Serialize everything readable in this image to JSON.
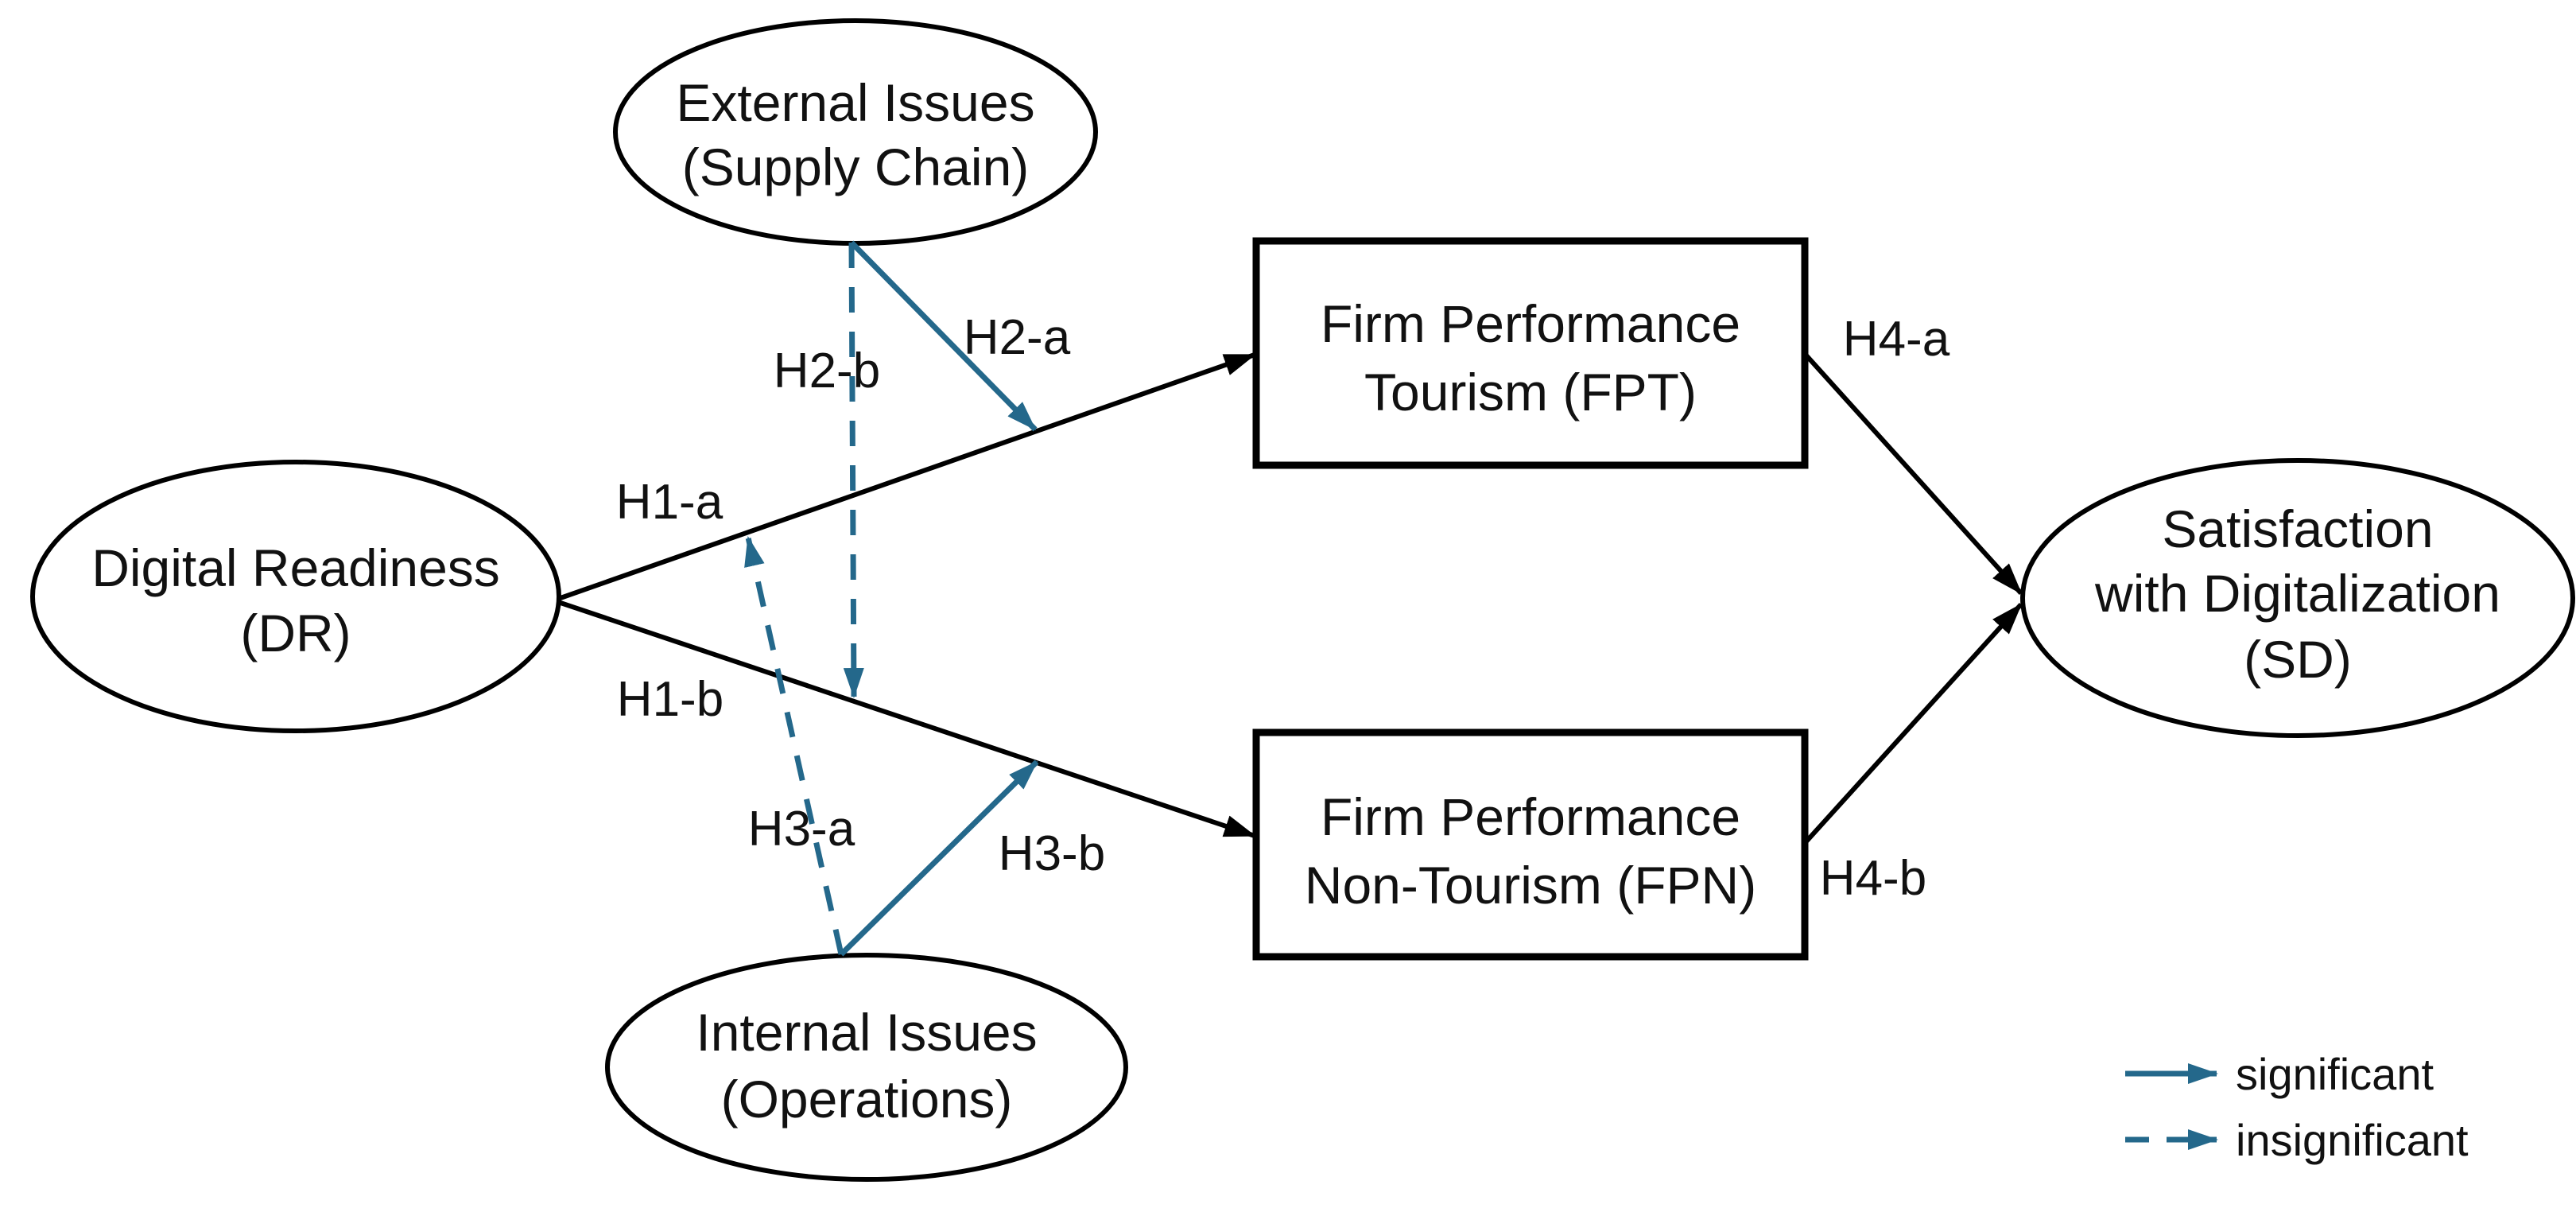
{
  "figure": {
    "type": "hypothesis-path-model",
    "nodes": {
      "external_issues": {
        "shape": "ellipse",
        "line1": "External Issues",
        "line2": "(Supply Chain)"
      },
      "digital_readiness": {
        "shape": "ellipse",
        "line1": "Digital Readiness",
        "line2": "(DR)"
      },
      "internal_issues": {
        "shape": "ellipse",
        "line1": "Internal Issues",
        "line2": "(Operations)"
      },
      "firm_performance_tourism": {
        "shape": "rect",
        "line1": "Firm Performance",
        "line2": "Tourism (FPT)"
      },
      "firm_performance_non_tourism": {
        "shape": "rect",
        "line1": "Firm Performance",
        "line2": "Non-Tourism (FPN)"
      },
      "satisfaction_with_digitalization": {
        "shape": "ellipse",
        "line1": "Satisfaction",
        "line2": "with Digitalization",
        "line3": "(SD)"
      }
    },
    "edges": [
      {
        "label": "H1-a",
        "from": "Digital Readiness (DR)",
        "to": "Firm Performance Tourism (FPT)",
        "style": "solid",
        "color": "black"
      },
      {
        "label": "H1-b",
        "from": "Digital Readiness (DR)",
        "to": "Firm Performance Non-Tourism (FPN)",
        "style": "solid",
        "color": "black"
      },
      {
        "label": "H2-a",
        "from": "External Issues (Supply Chain)",
        "to": "H1-a path",
        "style": "solid",
        "color": "teal",
        "significance": "significant"
      },
      {
        "label": "H2-b",
        "from": "External Issues (Supply Chain)",
        "to": "H1-b path",
        "style": "dashed",
        "color": "teal",
        "significance": "insignificant"
      },
      {
        "label": "H3-a",
        "from": "Internal Issues (Operations)",
        "to": "H1-a path",
        "style": "dashed",
        "color": "teal",
        "significance": "insignificant"
      },
      {
        "label": "H3-b",
        "from": "Internal Issues (Operations)",
        "to": "H1-b path",
        "style": "solid",
        "color": "teal",
        "significance": "significant"
      },
      {
        "label": "H4-a",
        "from": "Firm Performance Tourism (FPT)",
        "to": "Satisfaction with Digitalization (SD)",
        "style": "solid",
        "color": "black"
      },
      {
        "label": "H4-b",
        "from": "Firm Performance Non-Tourism (FPN)",
        "to": "Satisfaction with Digitalization (SD)",
        "style": "solid",
        "color": "black"
      }
    ],
    "legend": {
      "solid_label": "significant",
      "dashed_label": "insignificant"
    }
  },
  "colors": {
    "ink": "#000000",
    "teal": "#24688B",
    "text": "#111111",
    "background": "#FFFFFF"
  }
}
